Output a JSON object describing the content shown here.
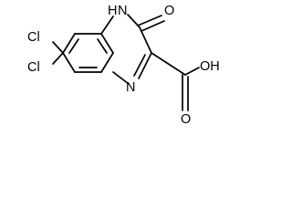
{
  "molecule": {
    "atoms": {
      "cl_top": "Cl",
      "cl_bottom": "Cl",
      "nh": "H",
      "n_nh": "N",
      "n_bottom": "N",
      "o_keto": "O",
      "oh": "OH",
      "o_acid": "O"
    },
    "colors": {
      "bond": "#000000",
      "label": "#000000",
      "background": "#ffffff"
    }
  }
}
